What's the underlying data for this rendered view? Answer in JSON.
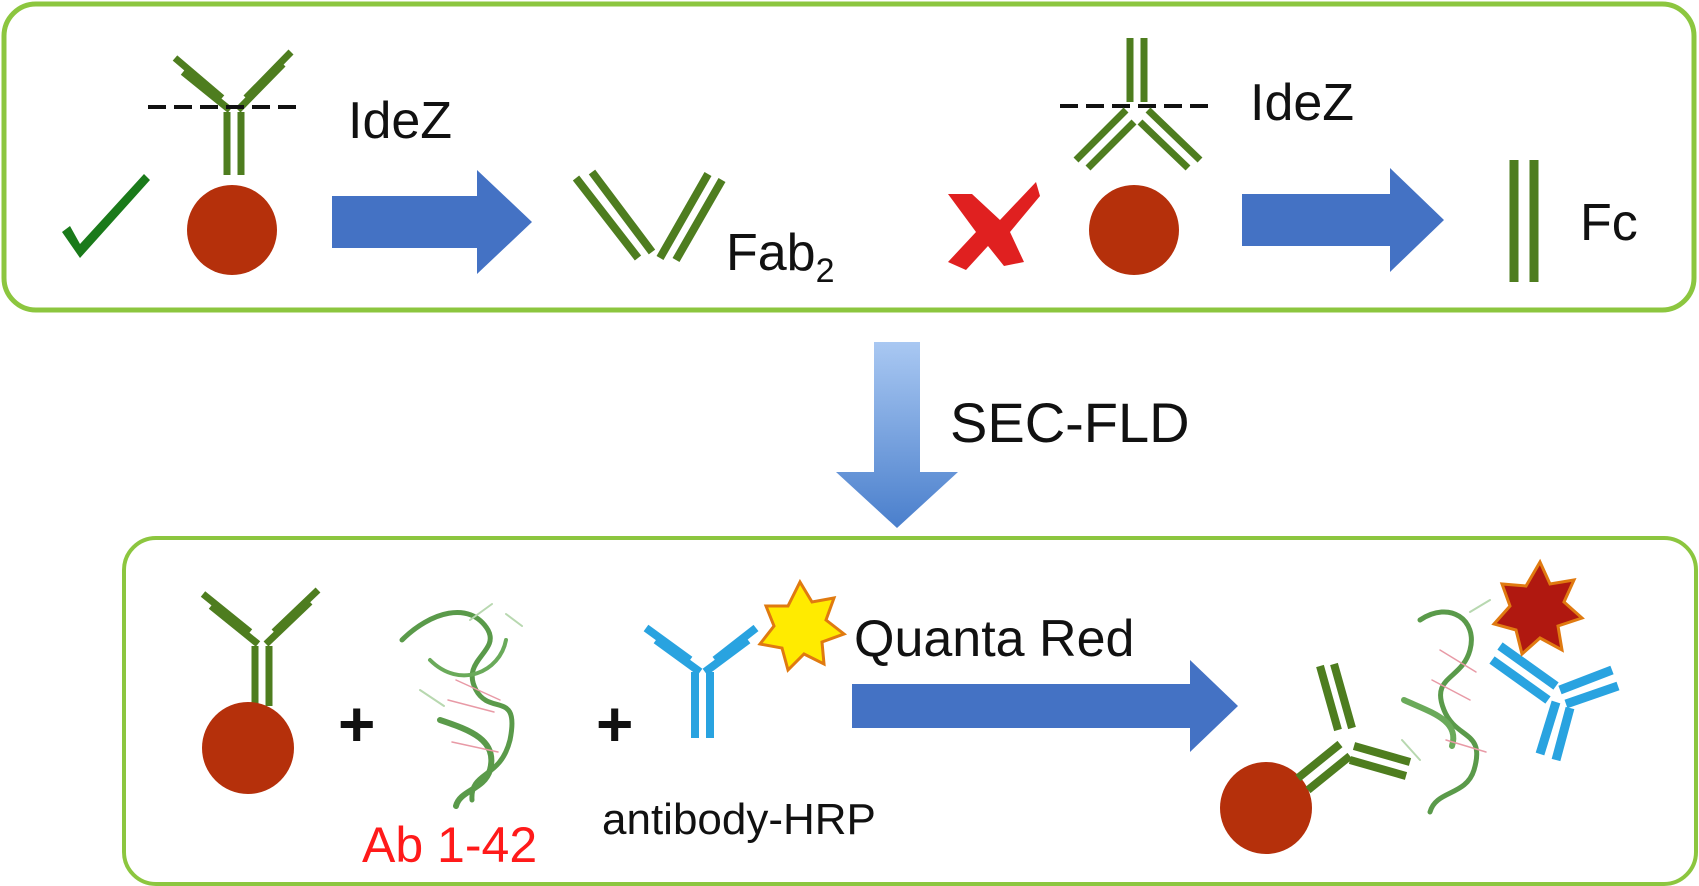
{
  "top_panel": {
    "left": {
      "enzyme_label": "IdeZ",
      "product_label_main": "Fab",
      "product_label_sub": "2"
    },
    "right": {
      "enzyme_label": "IdeZ",
      "product_label": "Fc"
    }
  },
  "middle": {
    "method_label": "SEC-FLD"
  },
  "bottom_panel": {
    "plus_1": "+",
    "plus_2": "+",
    "peptide_label": "Ab 1-42",
    "detection_antibody_label": "antibody-HRP",
    "substrate_label": "Quanta Red"
  },
  "colors": {
    "panel_border": "#8cc63f",
    "antibody_green": "#4e7d1f",
    "bead_red": "#b5300b",
    "arrow_blue": "#4472c4",
    "detection_blue": "#29a3e0",
    "star_yellow": "#ffeb00",
    "star_dark_red": "#b01810",
    "check_green": "#1a7a1a",
    "cross_red": "#e02020",
    "peptide_label_red": "#ff1a1a"
  }
}
